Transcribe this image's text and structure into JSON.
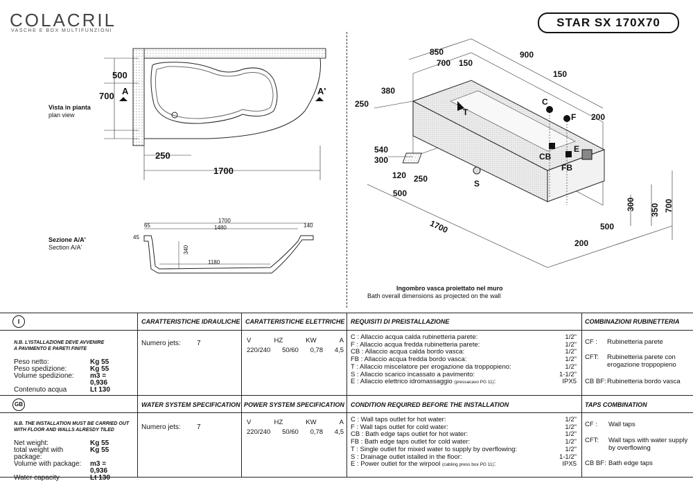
{
  "brand": {
    "name": "COLACRIL",
    "tagline": "VASCHE E BOX MULTIFUNZIONI"
  },
  "model": "STAR SX 170X70",
  "plan": {
    "label_it": "Vista in pianta",
    "label_en": "plan view",
    "dim_500": "500",
    "dim_700": "700",
    "dim_250": "250",
    "dim_1700": "1700",
    "sect_a": "A",
    "sect_a2": "A'"
  },
  "section": {
    "label_it": "Sezione A/A'",
    "label_en": "Section A/A'",
    "d1700": "1700",
    "d1480": "1480",
    "d65": "65",
    "d140": "140",
    "d45": "45",
    "d340": "340",
    "d1180": "1180"
  },
  "iso": {
    "d850": "850",
    "d700": "700",
    "d150a": "150",
    "d900": "900",
    "d150b": "150",
    "d380": "380",
    "d250a": "250",
    "d200a": "200",
    "d540": "540",
    "d300a": "300",
    "d120": "120",
    "d250b": "250",
    "d500a": "500",
    "d1700": "1700",
    "d300b": "300",
    "d350": "350",
    "d700b": "700",
    "d500b": "500",
    "d200b": "200",
    "lC": "C",
    "lF": "F",
    "lT": "T",
    "lCB": "CB",
    "lFB": "FB",
    "lE": "E",
    "lS": "S",
    "caption_it": "Ingombro vasca proiettato nel muro",
    "caption_en": "Bath overall dimensions as projected on the wall"
  },
  "it": {
    "flag": "I",
    "hdr_hyd": "CARATTERISTICHE IDRAULICHE",
    "hdr_ele": "CARATTERISTICHE ELETTRICHE",
    "hdr_req": "REQUISITI DI PREISTALLAZIONE",
    "hdr_comb": "COMBINAZIONI RUBINETTERIA",
    "note1": "N.B. L'ISTALLAZIONE DEVE AVVENIRE",
    "note2": "A PAVIMENTO E PARETI FINITE",
    "specs": [
      {
        "k": "Peso netto:",
        "v": "Kg 55"
      },
      {
        "k": "Peso spedizione:",
        "v": "Kg 55"
      },
      {
        "k": "Volume spedizione:",
        "v": "m3 = 0,936"
      },
      {
        "k": "Contenuto acqua",
        "v": "Lt 130"
      }
    ],
    "jets_label": "Numero jets:",
    "jets": "7",
    "reqs": [
      {
        "t": "C : Allaccio acqua calda rubinetteria parete:",
        "v": "1/2\""
      },
      {
        "t": "F : Allaccio acqua fredda rubinetteria parete:",
        "v": "1/2\""
      },
      {
        "t": "CB : Allaccio acqua calda bordo vasca:",
        "v": "1/2\""
      },
      {
        "t": "FB : Allaccio acqua fredda bordo vasca:",
        "v": "1/2\""
      },
      {
        "t": "T : Allaccio miscelatore per erogazione da troppopieno:",
        "v": "1/2\""
      },
      {
        "t": "S : Allaccio scarico incassato a pavimento:",
        "v": "1-1/2\""
      },
      {
        "t": "E : Allaccio elettrico idromassaggio",
        "small": "(pressacavo PG 11)",
        "v": "IPX5"
      }
    ],
    "comb": [
      {
        "code": "CF :",
        "d": "Rubinetteria parete"
      },
      {
        "code": "CFT:",
        "d": "Rubinetteria parete con erogazione troppopieno"
      },
      {
        "code": "CB BF:",
        "d": "Rubinetteria bordo vasca"
      }
    ]
  },
  "gb": {
    "flag": "GB",
    "hdr_hyd": "WATER SYSTEM SPECIFICATION",
    "hdr_ele": "POWER SYSTEM SPECIFICATION",
    "hdr_req": "CONDITION REQUIRED BEFORE THE INSTALLATION",
    "hdr_comb": "TAPS COMBINATION",
    "note1": "N.B. THE INSTALLATION MUST BE CARRIED OUT",
    "note2": "WITH FLOOR AND WALLS ALRESDY TILED",
    "specs": [
      {
        "k": "Net weight:",
        "v": "Kg 55"
      },
      {
        "k": "total weight with package:",
        "v": "Kg 55"
      },
      {
        "k": "Volume with package:",
        "v": "m3 = 0,936"
      },
      {
        "k": "Water capacity",
        "v": "Lt 130"
      }
    ],
    "jets_label": "Numero jets:",
    "jets": "7",
    "reqs": [
      {
        "t": "C : Wall taps outlet for hot water:",
        "v": "1/2\""
      },
      {
        "t": "F : Wall taps outlet for cold water:",
        "v": "1/2\""
      },
      {
        "t": "CB : Bath edge taps outlet for hot water:",
        "v": "1/2\""
      },
      {
        "t": "FB : Bath edge taps outlet for cold water:",
        "v": "1/2\""
      },
      {
        "t": "T : Single outlet for mixed water to supply by overflowing:",
        "v": "1/2\""
      },
      {
        "t": "S : Drainage outlet istalled in the floor:",
        "v": "1-1/2\""
      },
      {
        "t": "E : Power outlet for the wirpool",
        "small": "(cabling press box PG 11)",
        "v": "IPX5"
      }
    ],
    "comb": [
      {
        "code": "CF :",
        "d": "Wall taps"
      },
      {
        "code": "CFT:",
        "d": "Wall taps with water supply by overflowing"
      },
      {
        "code": "CB BF:",
        "d": "Bath edge taps"
      }
    ]
  },
  "power": {
    "h_v": "V",
    "h_hz": "HZ",
    "h_kw": "KW",
    "h_a": "A",
    "v": "220/240",
    "hz": "50/60",
    "kw": "0,78",
    "a": "4,5"
  }
}
